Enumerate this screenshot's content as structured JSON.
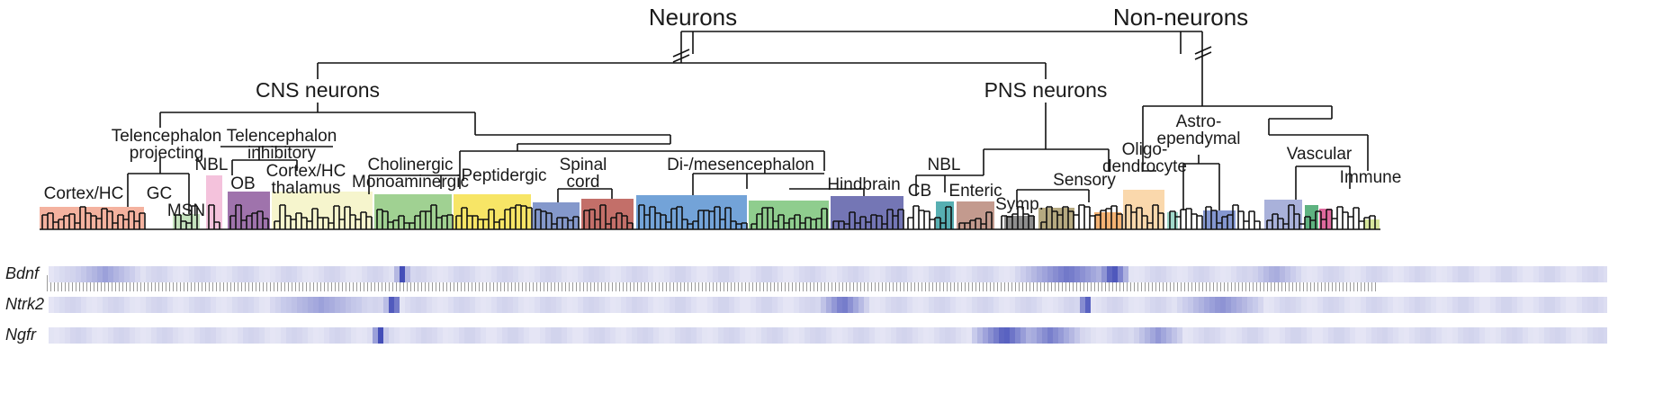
{
  "top_level": {
    "neurons": "Neurons",
    "non_neurons": "Non-neurons"
  },
  "second_level": {
    "cns": "CNS neurons",
    "pns": "PNS neurons"
  },
  "group_labels": {
    "telencephalon_projecting": "Telencephalon\nprojecting",
    "telencephalon_inhibitory": "Telencephalon\ninhibitory",
    "cortex_hc": "Cortex/HC",
    "gc": "GC",
    "msn": "MSN",
    "nbl_left": "NBL",
    "ob": "OB",
    "cortex_hc_thalamus": "Cortex/HC\nthalamus",
    "cholinergic": "Cholinergic\nMonoaminergic",
    "peptidergic": "Peptidergic",
    "spinal_cord": "Spinal\ncord",
    "di_mesencephalon": "Di-/mesencephalon",
    "hindbrain": "Hindbrain",
    "cb": "CB",
    "nbl_right": "NBL",
    "enteric": "Enteric",
    "symp": "Symp.",
    "sensory": "Sensory",
    "oligodendrocyte": "Oligo-\ndendrocyte",
    "astro_ependymal": "Astro-\nependymal",
    "vascular": "Vascular",
    "immune": "Immune"
  },
  "genes": [
    "Bdnf",
    "Ntrk2",
    "Ngfr"
  ],
  "colors": {
    "line": "#111111",
    "cortex_hc": "#f2a58e",
    "gc": "#c9e1c0",
    "msn": "#b9dcb0",
    "nbl": "#f2b7d6",
    "ob": "#8e5a9e",
    "thalamus": "#f5f3c4",
    "cholinergic": "#8fc97f",
    "peptidergic": "#f6e14b",
    "spinal": "#6f86c2",
    "spinal2": "#b8564f",
    "di_mes": "#5b93d1",
    "di_mes2": "#7bc47a",
    "hindbrain": "#5c5ea8",
    "nbl_right": "#3aa1a4",
    "enteric": "#b8887a",
    "symp": "#7a7a7a",
    "sensory": "#a89a6a",
    "sensory2": "#f2a45a",
    "oligo": "#f9d19e",
    "astro": "#8fd1c1",
    "astro2": "#6f85c8",
    "vascular": "#9aa3d4",
    "vascular2": "#42a56a",
    "vascular3": "#d84f8c",
    "immune": "#cfe08a",
    "heat": "#3a44b4"
  }
}
